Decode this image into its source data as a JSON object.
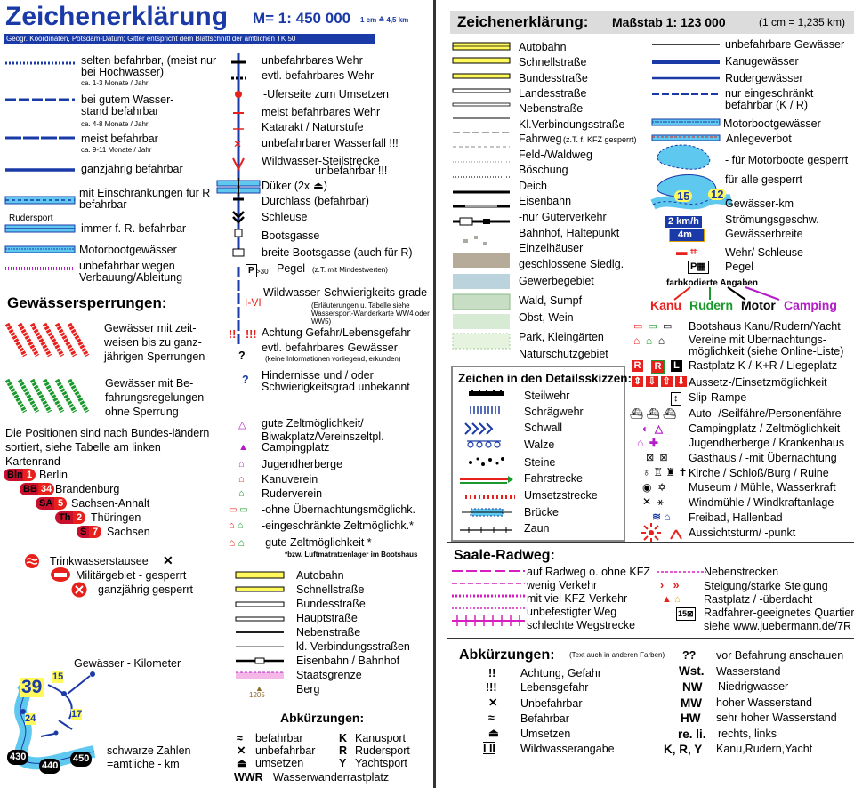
{
  "left": {
    "title": "Zeichenerklärung",
    "scale": "M= 1: 450 000",
    "scale_note": "1 cm  ≙ 4,5 km",
    "subtitle": "Geogr. Koordinaten, Potsdam-Datum; Gitter entspricht dem Blattschnitt der amtlichen TK 50",
    "col1": [
      {
        "text": "selten befahrbar, (meist nur bei Hochwasser)",
        "note": "ca. 1-3 Monate / Jahr"
      },
      {
        "text": "bei gutem Wasser-stand befahrbar",
        "note": "ca. 4-8 Monate / Jahr"
      },
      {
        "text": "meist befahrbar",
        "note": "ca. 9-11 Monate / Jahr"
      },
      {
        "text": "ganzjährig befahrbar",
        "note": ""
      },
      {
        "text": "mit Einschränkungen für R  befahrbar",
        "note": ""
      },
      {
        "text": "immer f. R.  befahrbar",
        "note": ""
      },
      {
        "text": "Motorbootgewässer",
        "note": ""
      },
      {
        "text": "unbefahrbar wegen Verbauung/Ableitung",
        "note": ""
      }
    ],
    "rudersport": "Rudersport",
    "sperr_title": "Gewässersperrungen:",
    "sperr1": "Gewässer mit zeit-weisen bis zu ganz-jährigen Sperrungen",
    "sperr2": "Gewässer mit Be-fahrungsregelungen ohne Sperrung",
    "states_intro": "Die Positionen sind nach Bundes-ländern sortiert, siehe Tabelle am linken Kartenrand",
    "states": [
      {
        "badge": "Bln",
        "num": "1",
        "name": "Berlin"
      },
      {
        "badge": "BB",
        "num": "34",
        "name": "Brandenburg"
      },
      {
        "badge": "SA",
        "num": "5",
        "name": "Sachsen-Anhalt"
      },
      {
        "badge": "Th",
        "num": "2",
        "name": "Thüringen"
      },
      {
        "badge": "S",
        "num": "7",
        "name": "Sachsen"
      }
    ],
    "misc": [
      "Trinkwasserstausee",
      "Militärgebiet - gesperrt",
      "ganzjährig gesperrt"
    ],
    "km_title": "Gewässer - Kilometer",
    "km_note": "schwarze Zahlen =amtliche - km",
    "km_nums": [
      "39",
      "15",
      "24",
      "17",
      "430",
      "440",
      "450"
    ],
    "col2": [
      "unbefahrbares Wehr",
      "evtl. befahrbares Wehr",
      "-Uferseite zum Umsetzen",
      "meist befahrbares Wehr",
      "Katarakt / Naturstufe",
      "unbefahrbarer Wasserfall !!!",
      "Wildwasser-Steilstrecke",
      "unbefahrbar !!!",
      "Düker (2x ",
      "Durchlass (befahrbar)",
      "Schleuse",
      "Bootsgasse",
      "breite Bootsgasse (auch für R)",
      "Pegel",
      "(z.T. mit Mindestwerten)",
      "Wildwasser-Schwierigkeits-grade",
      "(Erläuterungen u. Tabelle siehe Wassersport-Wanderkarte WW4 oder WW5)",
      "Achtung Gefahr/Lebensgefahr",
      "evtl. befahrbares Gewässer",
      "(keine Informationen vorliegend, erkunden)",
      "Hindernisse und / oder Schwierigkeitsgrad unbekannt"
    ],
    "pegel_sign": "P",
    "pegel_sub": ">30",
    "grade_sign": "I-VI",
    "camp": [
      "gute Zeltmöglichkeit/ Biwakplatz/Vereinszeltpl.",
      "Campingplatz",
      "Jugendherberge",
      "Kanuverein",
      "Ruderverein",
      "-ohne Übernachtungsmöglichk.",
      "-eingeschränkte Zeltmöglichk.*",
      "-gute Zeltmöglichkeit *"
    ],
    "camp_note": "*bzw. Luftmatratzenlager im Bootshaus",
    "roads": [
      "Autobahn",
      "Schnellstraße",
      "Bundesstraße",
      "Hauptstraße",
      "Nebenstraße",
      "kl. Verbindungsstraßen",
      "Eisenbahn / Bahnhof",
      "Staatsgrenze",
      "Berg"
    ],
    "berg_num": "1205",
    "abbr_title": "Abkürzungen:",
    "abbr": [
      {
        "k": "≈",
        "v": "befahrbar"
      },
      {
        "k": "✕",
        "v": "unbefahrbar"
      },
      {
        "k": "⏏",
        "v": "umsetzen"
      },
      {
        "k": "WWR",
        "v": "Wasserwanderrastplatz"
      }
    ],
    "abbr2": [
      {
        "k": "K",
        "v": "Kanusport"
      },
      {
        "k": "R",
        "v": "Rudersport"
      },
      {
        "k": "Y",
        "v": "Yachtsport"
      }
    ]
  },
  "right": {
    "title": "Zeichenerklärung:",
    "scale": "Maßstab 1: 123 000",
    "scale_note": "(1 cm = 1,235 km)",
    "roads": [
      "Autobahn",
      "Schnellstraße",
      "Bundesstraße",
      "Landesstraße",
      "Nebenstraße",
      "Kl.Verbindungsstraße",
      "Fahrweg",
      "Feld-/Waldweg",
      "Böschung",
      "Deich",
      "Eisenbahn",
      "-nur Güterverkehr",
      "Bahnhof, Haltepunkt",
      "Einzelhäuser",
      "geschlossene Siedlg.",
      "Gewerbegebiet",
      "Wald, Sumpf",
      "Obst, Wein",
      "Park, Kleingärten",
      "Naturschutzgebiet"
    ],
    "fahrweg_note": "(z.T. f. KFZ gesperrt)",
    "water": [
      "unbefahrbare Gewässer",
      "Kanugewässer",
      "Rudergewässer",
      "nur eingeschränkt befahrbar (K / R)",
      "Motorbootgewässer",
      "Anlegeverbot",
      "- für Motorboote gesperrt",
      "für alle gesperrt",
      "Gewässer-km",
      "Strömungsgeschw.",
      "Gewässerbreite",
      "Wehr/ Schleuse",
      "Pegel"
    ],
    "km_badges": [
      "15",
      "12"
    ],
    "speed_badge": "2 km/h",
    "width_badge": "4m",
    "color_title": "farbkodierte Angaben",
    "color_words": [
      {
        "w": "Kanu",
        "c": "#e8201c"
      },
      {
        "w": "Rudern",
        "c": "#1a9a2c"
      },
      {
        "w": "Motor",
        "c": "#000000"
      },
      {
        "w": "Camping",
        "c": "#b41dc8"
      }
    ],
    "facil": [
      "Bootshaus Kanu/Rudern/Yacht",
      "Vereine mit Übernachtungs-möglichkeit (siehe Online-Liste)",
      "Rastplatz K /-K+R / Liegeplatz",
      "Aussetz-/Einsetzmöglichkeit",
      "Slip-Rampe",
      "Auto- /Seilfähre/Personenfähre",
      "Campingplatz / Zeltmöglichkeit",
      "Jugendherberge / Krankenhaus",
      "Gasthaus / -mit Übernachtung",
      "Kirche / Schloß/Burg / Ruine",
      "Museum / Mühle, Wasserkraft",
      "Windmühle / Windkraftanlage",
      "Freibad, Hallenbad",
      "Aussichtsturm/ -punkt"
    ],
    "rast_letters": [
      "R",
      "R",
      "L"
    ],
    "detail_title": "Zeichen in den Detailsskizzen:",
    "detail": [
      "Steilwehr",
      "Schrägwehr",
      "Schwall",
      "Walze",
      "Steine",
      "Fahrstrecke",
      "Umsetzstrecke",
      "Brücke",
      "Zaun"
    ],
    "radweg_title": "Saale-Radweg:",
    "radweg": [
      "auf Radweg o. ohne KFZ",
      "wenig Verkehr",
      "mit viel KFZ-Verkehr",
      "unbefestigter Weg",
      "schlechte Wegstrecke"
    ],
    "radweg2": [
      "Nebenstrecken",
      "Steigung/starke Steigung",
      "Rastplatz / -überdacht",
      "Radfahrer-geeignetes Quartier",
      "siehe www.juebermann.de/7R"
    ],
    "abbr_title": "Abkürzungen:",
    "abbr_note": "(Text auch in anderen Farben)",
    "abbr": [
      {
        "k": "!!",
        "v": "Achtung, Gefahr"
      },
      {
        "k": "!!!",
        "v": "Lebensgefahr"
      },
      {
        "k": "✕",
        "v": "Unbefahrbar"
      },
      {
        "k": "≈",
        "v": "Befahrbar"
      },
      {
        "k": "⏏",
        "v": "Umsetzen"
      },
      {
        "k": "I  II",
        "v": "Wildwasserangabe"
      }
    ],
    "abbr2": [
      {
        "k": "??",
        "v": "vor Befahrung anschauen"
      },
      {
        "k": "Wst.",
        "v": "Wasserstand"
      },
      {
        "k": "NW",
        "v": "Niedrigwasser"
      },
      {
        "k": "MW",
        "v": "hoher Wasserstand"
      },
      {
        "k": "HW",
        "v": "sehr hoher Wasserstand"
      },
      {
        "k": "re. li.",
        "v": "rechts,  links"
      },
      {
        "k": "K, R, Y",
        "v": "Kanu,Rudern,Yacht"
      }
    ]
  }
}
